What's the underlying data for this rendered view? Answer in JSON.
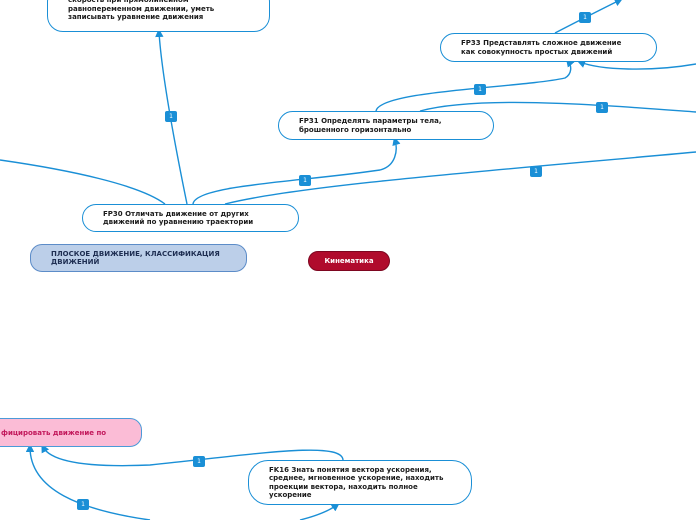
{
  "nodes": {
    "top": "скорость при прямолинейном\nравнопеременном движении, уметь\nзаписывать уравнение движения",
    "fp30": "FP30  Отличать движение от других\nдвижений по уравнению траектории",
    "fp31": "FP31  Определять параметры тела,\nброшенного горизонтально",
    "fp33": "FP33  Представлять сложное движение\nкак совокупность простых движений",
    "fk16": "FK16  Знать понятия вектора ускорения,\nсреднее, мгновенное ускорение, находить\nпроекции вектора, находить полное\nускорение"
  },
  "topics": {
    "plane_motion": "ПЛОСКОЕ ДВИЖЕНИЕ, КЛАССИФИКАЦИЯ\nДВИЖЕНИЙ",
    "kinematics": "Кинематика",
    "classify": "фицировать движение по"
  },
  "badges": {
    "b1": "1",
    "b2": "1",
    "b3": "1",
    "b4": "1",
    "b5": "1",
    "b6": "1",
    "b7": "1",
    "b8": "1"
  },
  "colors": {
    "link": "#1a8fd6",
    "node_border": "#1a8fd6",
    "plane_topic": "#bccfe9",
    "kinematics_topic": "#b00b2c",
    "classify_topic": "#fbbcd6"
  }
}
